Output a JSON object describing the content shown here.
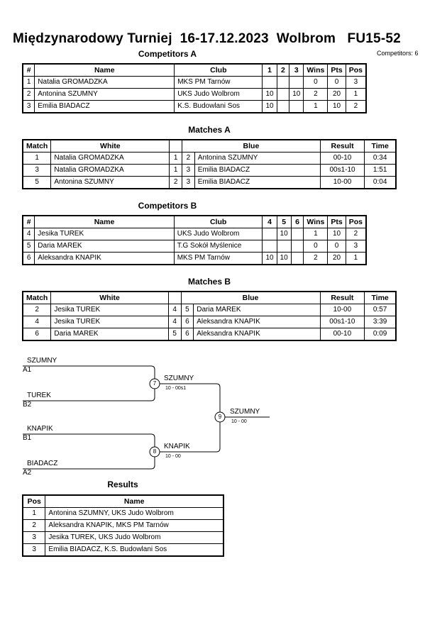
{
  "header": {
    "title": "Międzynarodowy Turniej  16-17.12.2023  Wolbrom   FU15-52",
    "competitors_count": "Competitors: 6"
  },
  "competitors_a": {
    "heading": "Competitors A",
    "columns": [
      "#",
      "Name",
      "Club",
      "1",
      "2",
      "3",
      "Wins",
      "Pts",
      "Pos"
    ],
    "rows": [
      {
        "num": "1",
        "name": "Natalia GROMADZKA",
        "club": "MKS PM Tarnów",
        "r1": "",
        "r2": "",
        "r3": "",
        "wins": "0",
        "pts": "0",
        "pos": "3"
      },
      {
        "num": "2",
        "name": "Antonina SZUMNY",
        "club": "UKS Judo Wolbrom",
        "r1": "10",
        "r2": "",
        "r3": "10",
        "wins": "2",
        "pts": "20",
        "pos": "1"
      },
      {
        "num": "3",
        "name": "Emilia BIADACZ",
        "club": "K.S. Budowlani Sos",
        "r1": "10",
        "r2": "",
        "r3": "",
        "wins": "1",
        "pts": "10",
        "pos": "2"
      }
    ]
  },
  "matches_a": {
    "heading": "Matches A",
    "columns": [
      "Match",
      "White",
      "Blue",
      "Result",
      "Time"
    ],
    "rows": [
      {
        "match": "1",
        "white": "Natalia GROMADZKA",
        "w": "1",
        "b": "2",
        "blue": "Antonina SZUMNY",
        "result": "00-10",
        "time": "0:34"
      },
      {
        "match": "3",
        "white": "Natalia GROMADZKA",
        "w": "1",
        "b": "3",
        "blue": "Emilia BIADACZ",
        "result": "00s1-10",
        "time": "1:51"
      },
      {
        "match": "5",
        "white": "Antonina SZUMNY",
        "w": "2",
        "b": "3",
        "blue": "Emilia BIADACZ",
        "result": "10-00",
        "time": "0:04"
      }
    ]
  },
  "competitors_b": {
    "heading": "Competitors B",
    "columns": [
      "#",
      "Name",
      "Club",
      "4",
      "5",
      "6",
      "Wins",
      "Pts",
      "Pos"
    ],
    "rows": [
      {
        "num": "4",
        "name": "Jesika TUREK",
        "club": "UKS Judo Wolbrom",
        "r1": "",
        "r2": "10",
        "r3": "",
        "wins": "1",
        "pts": "10",
        "pos": "2"
      },
      {
        "num": "5",
        "name": "Daria MAREK",
        "club": "T.G Sokół Myślenice",
        "r1": "",
        "r2": "",
        "r3": "",
        "wins": "0",
        "pts": "0",
        "pos": "3"
      },
      {
        "num": "6",
        "name": "Aleksandra KNAPIK",
        "club": "MKS PM Tarnów",
        "r1": "10",
        "r2": "10",
        "r3": "",
        "wins": "2",
        "pts": "20",
        "pos": "1"
      }
    ]
  },
  "matches_b": {
    "heading": "Matches B",
    "columns": [
      "Match",
      "White",
      "Blue",
      "Result",
      "Time"
    ],
    "rows": [
      {
        "match": "2",
        "white": "Jesika TUREK",
        "w": "4",
        "b": "5",
        "blue": "Daria MAREK",
        "result": "10-00",
        "time": "0:57"
      },
      {
        "match": "4",
        "white": "Jesika TUREK",
        "w": "4",
        "b": "6",
        "blue": "Aleksandra KNAPIK",
        "result": "00s1-10",
        "time": "3:39"
      },
      {
        "match": "6",
        "white": "Daria MAREK",
        "w": "5",
        "b": "6",
        "blue": "Aleksandra KNAPIK",
        "result": "00-10",
        "time": "0:09"
      }
    ]
  },
  "bracket": {
    "semi1_top": {
      "name": "SZUMNY",
      "pool": "A1"
    },
    "semi1_bottom": {
      "name": "TUREK",
      "pool": "B2"
    },
    "semi2_top": {
      "name": "KNAPIK",
      "pool": "B1"
    },
    "semi2_bottom": {
      "name": "BIADACZ",
      "pool": "A2"
    },
    "match7": {
      "number": "7",
      "winner": "SZUMNY",
      "score": "10 - 00s1"
    },
    "match8": {
      "number": "8",
      "winner": "KNAPIK",
      "score": "10 - 00"
    },
    "match9": {
      "number": "9",
      "winner": "SZUMNY",
      "score": "10 - 00"
    }
  },
  "results": {
    "heading": "Results",
    "columns": [
      "Pos",
      "Name"
    ],
    "rows": [
      {
        "pos": "1",
        "name": "Antonina SZUMNY, UKS Judo Wolbrom"
      },
      {
        "pos": "2",
        "name": "Aleksandra KNAPIK, MKS PM Tarnów"
      },
      {
        "pos": "3",
        "name": "Jesika TUREK, UKS Judo Wolbrom"
      },
      {
        "pos": "3",
        "name": "Emilia BIADACZ, K.S. Budowlani Sos"
      }
    ]
  }
}
